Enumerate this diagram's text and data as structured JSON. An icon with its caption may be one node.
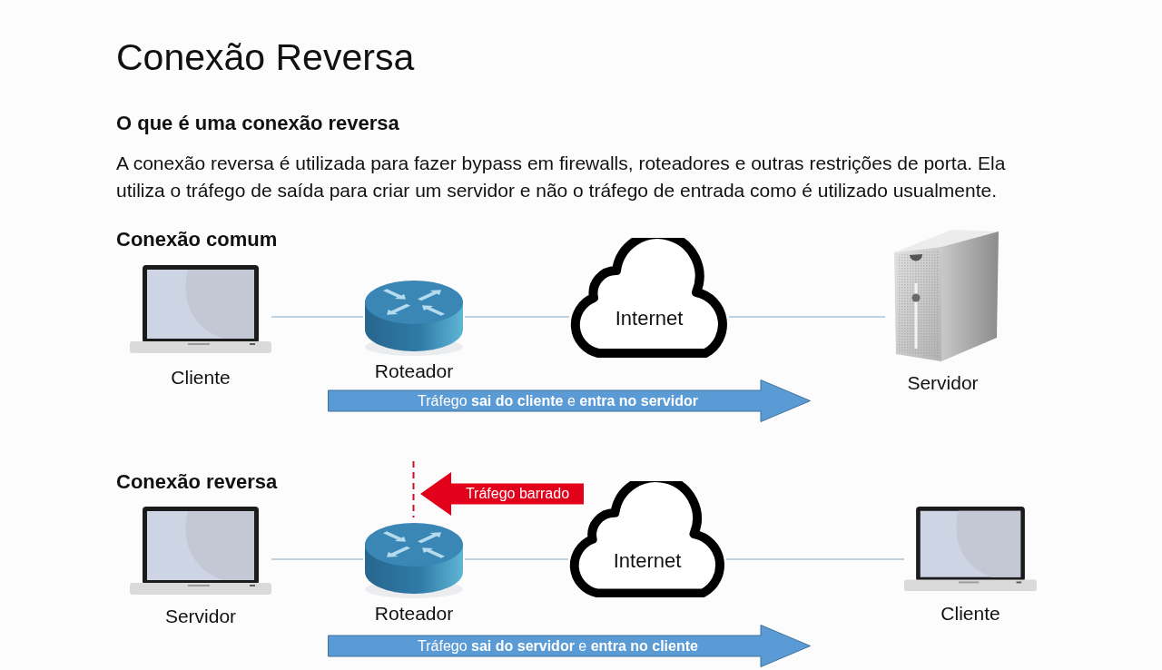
{
  "diagram": {
    "title": "Conexão Reversa",
    "nodes": [
      {
        "text": [
          "Cliente"
        ]
      },
      {
        "text": [
          "Roteador"
        ]
      },
      {
        "text": [
          "Internet"
        ]
      },
      {
        "text": [
          "Servidor"
        ]
      },
      {
        "text": [
          "Tráfego **sai do cliente** e **entra no servidor**"
        ]
      },
      {
        "text": [
          "Servidor"
        ]
      },
      {
        "text": [
          "Roteador"
        ]
      },
      {
        "text": [
          "Internet"
        ]
      },
      {
        "text": [
          "Cliente"
        ]
      },
      {
        "text": [
          "Tráfego **sai do servidor** e **entra no cliente**"
        ]
      }
    ],
    "edges": [
      {
        "from": 0,
        "to": 1,
        "arrow": "none"
      },
      {
        "from": 1,
        "to": 2,
        "arrow": "none"
      },
      {
        "from": 2,
        "to": 3,
        "arrow": "none"
      },
      {
        "from": 7,
        "to": 6,
        "arrow": "to",
        "label": "Tráfego barrado",
        "style": "thick",
        "color": "#e3001b"
      },
      {
        "from": 5,
        "to": 6,
        "arrow": "none"
      },
      {
        "from": 6,
        "to": 7,
        "arrow": "none"
      },
      {
        "from": 7,
        "to": 8,
        "arrow": "none"
      }
    ],
    "labels": [
      "O que é uma conexão reversa",
      "A conexão reversa é utilizada para fazer bypass em firewalls, roteadores e outras restrições de porta. Ela utiliza o tráfego de saída para criar um servidor e não o tráfego de entrada como é utilizado usualmente.",
      "Conexão comum",
      "Conexão reversa"
    ]
  }
}
